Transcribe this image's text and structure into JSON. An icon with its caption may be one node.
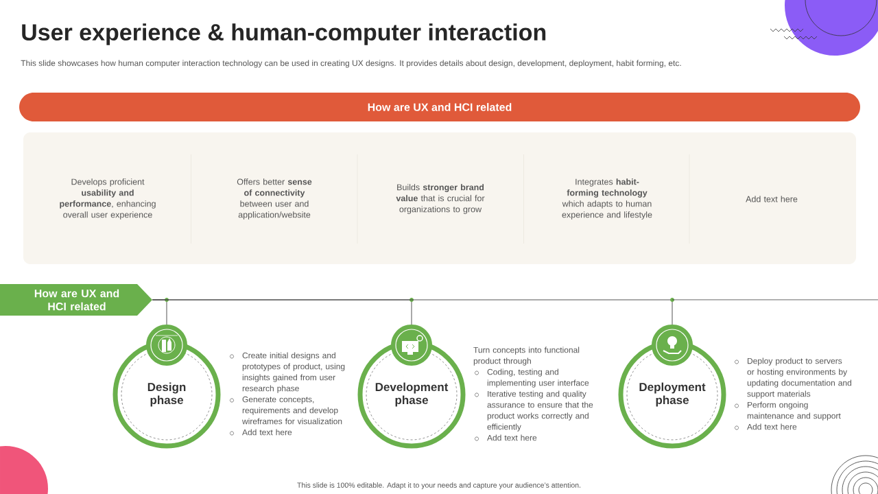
{
  "diagram": {
    "title": "User experience & human-computer interaction",
    "nodes": [
      {
        "text": [
          "How are UX and HCI related"
        ]
      },
      {
        "text": [
          "Develops proficient **usability and performance**, enhancing overall user experience",
          "Offers better **sense of connectivity** between user and application/website",
          "Builds **stronger brand value** that is crucial for organizations to grow",
          "Integrates **habit-forming technology** which adapts to human experience and lifestyle",
          "Add text here"
        ]
      },
      {
        "text": [
          "How are UX and HCI related"
        ]
      },
      {
        "text": [
          "Design phase"
        ],
        "beside": [
          "Create initial designs and prototypes of product, using insights gained from user research phase",
          "Generate concepts, requirements and develop wireframes for visualization",
          "Add text here"
        ]
      },
      {
        "text": [
          "Development phase"
        ],
        "beside": [
          "Turn concepts into functional product through",
          "Coding, testing and implementing user interface",
          "Iterative testing and quality assurance to ensure that the product works correctly and efficiently",
          "Add text here"
        ]
      },
      {
        "text": [
          "Deployment phase"
        ],
        "beside": [
          "Deploy product to servers or hosting environments by updating documentation and support materials",
          "Perform ongoing maintenance and support",
          "Add text here"
        ]
      }
    ],
    "edges": [
      {
        "from": 2,
        "to": 3,
        "arrow": "none"
      },
      {
        "from": 2,
        "to": 4,
        "arrow": "none"
      },
      {
        "from": 2,
        "to": 5,
        "arrow": "none"
      }
    ],
    "labels": [
      "This slide showcases how human computer interaction technology can be used in creating UX designs. It provides details about design, development, deployment, habit forming, etc.",
      "This slide is 100% editable. Adapt it to your needs and capture your audience’s attention."
    ]
  }
}
